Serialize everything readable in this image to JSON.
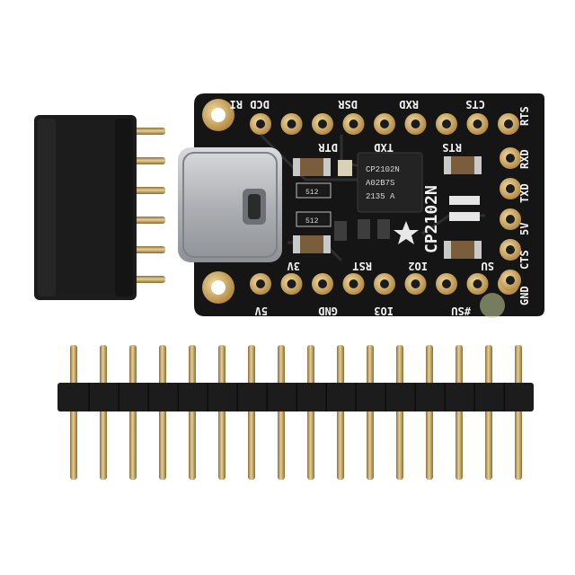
{
  "board": {
    "silkscreen": {
      "top_row": [
        "DCD",
        "RI",
        "DSR",
        "RXD",
        "CTS"
      ],
      "inner_top": [
        "DTR",
        "TXD",
        "RTS"
      ],
      "right_edge": [
        "RTS",
        "RXD",
        "TXD",
        "5V",
        "CTS",
        "GND"
      ],
      "bottom_row": [
        "5V",
        "GND",
        "IO3",
        "#SU"
      ],
      "inner_bottom": [
        "3V",
        "RST",
        "IO2",
        "SU"
      ],
      "brand": "CP2102N"
    },
    "chip": {
      "line1": "CP2102N",
      "line2": "A02B7S",
      "line3": "2135 A"
    },
    "resistor_marking": "512"
  },
  "colors": {
    "pcb": "#151515",
    "gold": "#c8a45a",
    "silk": "#f4f4f4",
    "plastic": "#1c1c1c",
    "usb_metal": "#b9bcc0"
  },
  "header_pins": {
    "long_row_count": 16,
    "socket_pin_count": 6
  }
}
